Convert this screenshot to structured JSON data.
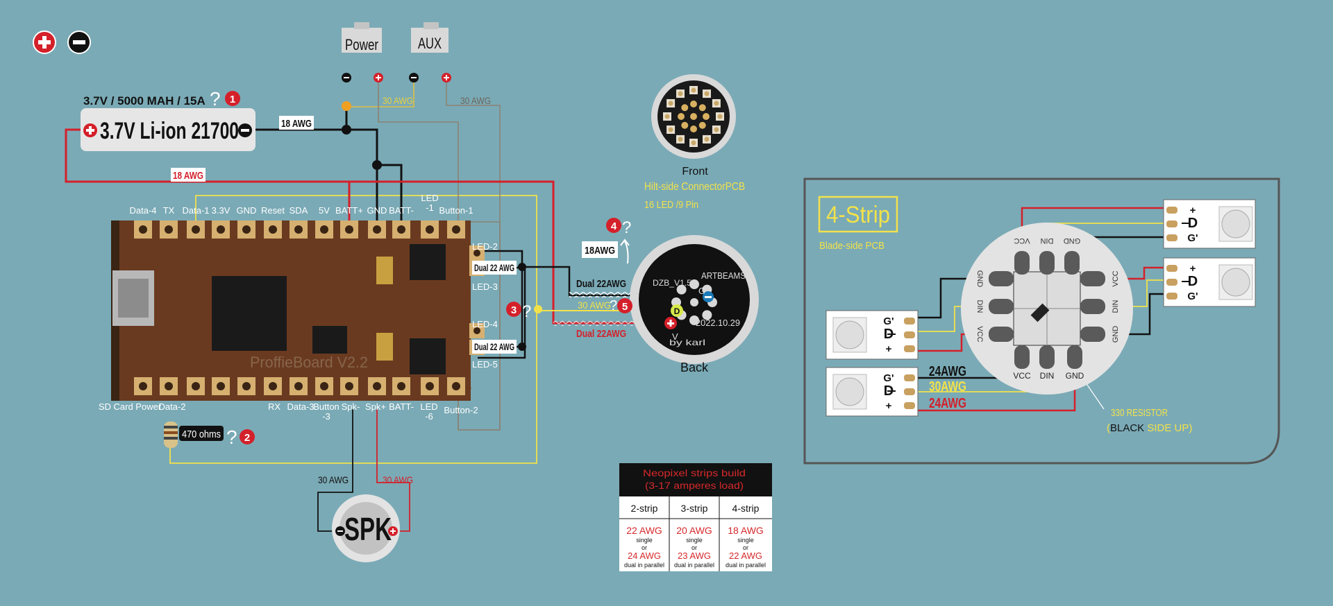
{
  "legend": {
    "plus_symbol": "+",
    "minus_symbol": "−"
  },
  "switches": {
    "power_label": "Power",
    "aux_label": "AUX"
  },
  "battery": {
    "spec": "3.7V / 5000 MAH / 15A",
    "label": "3.7V Li-ion 21700",
    "q1_num": "1"
  },
  "wires": {
    "awg18_black": "18 AWG",
    "awg18_red": "18 AWG",
    "awg30_yellow_switch": "30 AWG",
    "awg30_gray_switch": "30 AWG",
    "awg30_spk_black": "30 AWG",
    "awg30_spk_red": "30 AWG",
    "dual22_top": "Dual 22 AWG",
    "dual22_bottom": "Dual 22 AWG",
    "dual22_connector_top": "Dual 22AWG",
    "dual22_connector_bottom": "Dual 22AWG",
    "awg30_connector": "30 AWG",
    "awg18_connector": "18AWG"
  },
  "board": {
    "name": "ProffieBoard V2.2",
    "top_pins": [
      "Data-4",
      "TX",
      "Data-1",
      "3.3V",
      "GND",
      "Reset",
      "SDA",
      "5V",
      "BATT+",
      "GND",
      "BATT-",
      "LED -1",
      "Button-1"
    ],
    "bottom_pins": [
      "SD Card Power",
      "Data-2",
      "RX",
      "Data-3",
      "Button -3",
      "Spk-",
      "Spk+",
      "BATT-",
      "LED -6",
      "Button-2"
    ],
    "right_labels": [
      "LED-2",
      "LED-3",
      "LED-4",
      "LED-5"
    ]
  },
  "resistor": {
    "label": "470 ohms",
    "q2_num": "2"
  },
  "speaker": {
    "label": "SPK"
  },
  "connector": {
    "front_label": "Front",
    "back_label": "Back",
    "title": "Hilt-side ConnectorPCB",
    "subtitle": "16 LED /9 Pin",
    "brand": "ARTBEAMS",
    "model": "DZB_V1.5",
    "date": "2022.10.29",
    "author": "by karl",
    "q3_num": "3",
    "q4_num": "4",
    "q5_num": "5",
    "pad_g": "G",
    "pad_d": "D",
    "pad_v": "V"
  },
  "question_mark": "?",
  "blade": {
    "title": "4-Strip",
    "subtitle": "Blade-side PCB",
    "pcb_labels": [
      "VCC",
      "DIN",
      "GND",
      "GND",
      "DIN",
      "VCC",
      "VCC",
      "DIN",
      "GND",
      "GND",
      "DIN",
      "VCC"
    ],
    "resistor_note_line1": "330 RESISTOR",
    "resistor_note_line2_parts": [
      "(",
      "BLACK",
      " SIDE UP)"
    ],
    "awg_labels": [
      "24AWG",
      "30AWG",
      "24AWG"
    ],
    "strip_labels": {
      "plus": "+",
      "d": "D",
      "g": "G'"
    }
  },
  "table": {
    "title_line1": "Neopixel strips build",
    "title_line2": "(3-17 amperes load)",
    "headers": [
      "2-strip",
      "3-strip",
      "4-strip"
    ],
    "cells": [
      {
        "top": "22 AWG",
        "single": "single",
        "or": "or",
        "bottom": "24 AWG",
        "dual": "dual in parallel"
      },
      {
        "top": "20 AWG",
        "single": "single",
        "or": "or",
        "bottom": "23 AWG",
        "dual": "dual in parallel"
      },
      {
        "top": "18 AWG",
        "single": "single",
        "or": "or",
        "bottom": "22 AWG",
        "dual": "dual in parallel"
      }
    ]
  },
  "colors": {
    "background": "#7aaab6",
    "red_wire": "#d4202a",
    "black_wire": "#111111",
    "yellow_wire": "#f2e24a",
    "gray_wire": "#8a8274",
    "orange_dot": "#f0a020",
    "board": "#6a3a20",
    "table_red": "#d6282b"
  }
}
